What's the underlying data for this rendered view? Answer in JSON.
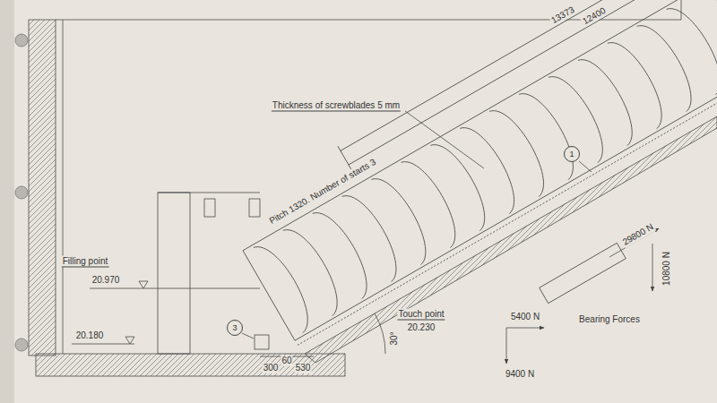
{
  "diagram": {
    "nodes": [
      {
        "text": [
          "1"
        ]
      },
      {
        "text": [
          "3"
        ]
      }
    ],
    "labels": [
      "13373",
      "12400",
      "Thickness of screwblades 5 mm",
      "Pitch 1320. Number of starts 3",
      "Filling point",
      "20.970",
      "20.180",
      "Touch point",
      "20.230",
      "30°",
      "29800 N",
      "10800 N",
      "Bearing Forces",
      "5400 N",
      "9400 N",
      "300",
      "530",
      "60"
    ]
  }
}
